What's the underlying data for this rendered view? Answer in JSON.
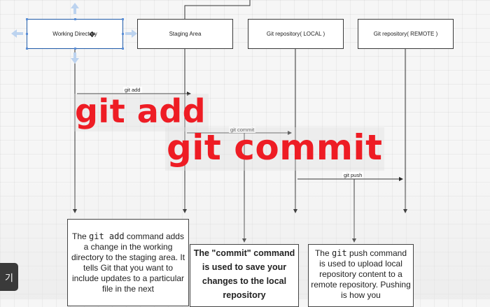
{
  "nodes": {
    "working": "Working Directory",
    "staging": "Staging Area",
    "local": "Git repository( LOCAL )",
    "remote": "Git repository( REMOTE )"
  },
  "arrows": {
    "add": "git add",
    "commit": "git commit",
    "push": "git push"
  },
  "overlay": {
    "add": "git add",
    "commit": "git commit"
  },
  "notes": {
    "add": {
      "pre": "The ",
      "code1": "git add",
      "post": " command adds a change in the working directory to the staging area. It tells Git that you want to include updates to a particular file in the next"
    },
    "commit": "The \"commit\" command is used to save your changes to the local repository",
    "push": {
      "pre": "The ",
      "code1": "git",
      "post": " push command is used to upload local repository content to a remote repository. Pushing is how you"
    }
  },
  "side_button": "기",
  "colors": {
    "overlay_text": "#ee1c24",
    "selection": "#5b8fd8"
  }
}
